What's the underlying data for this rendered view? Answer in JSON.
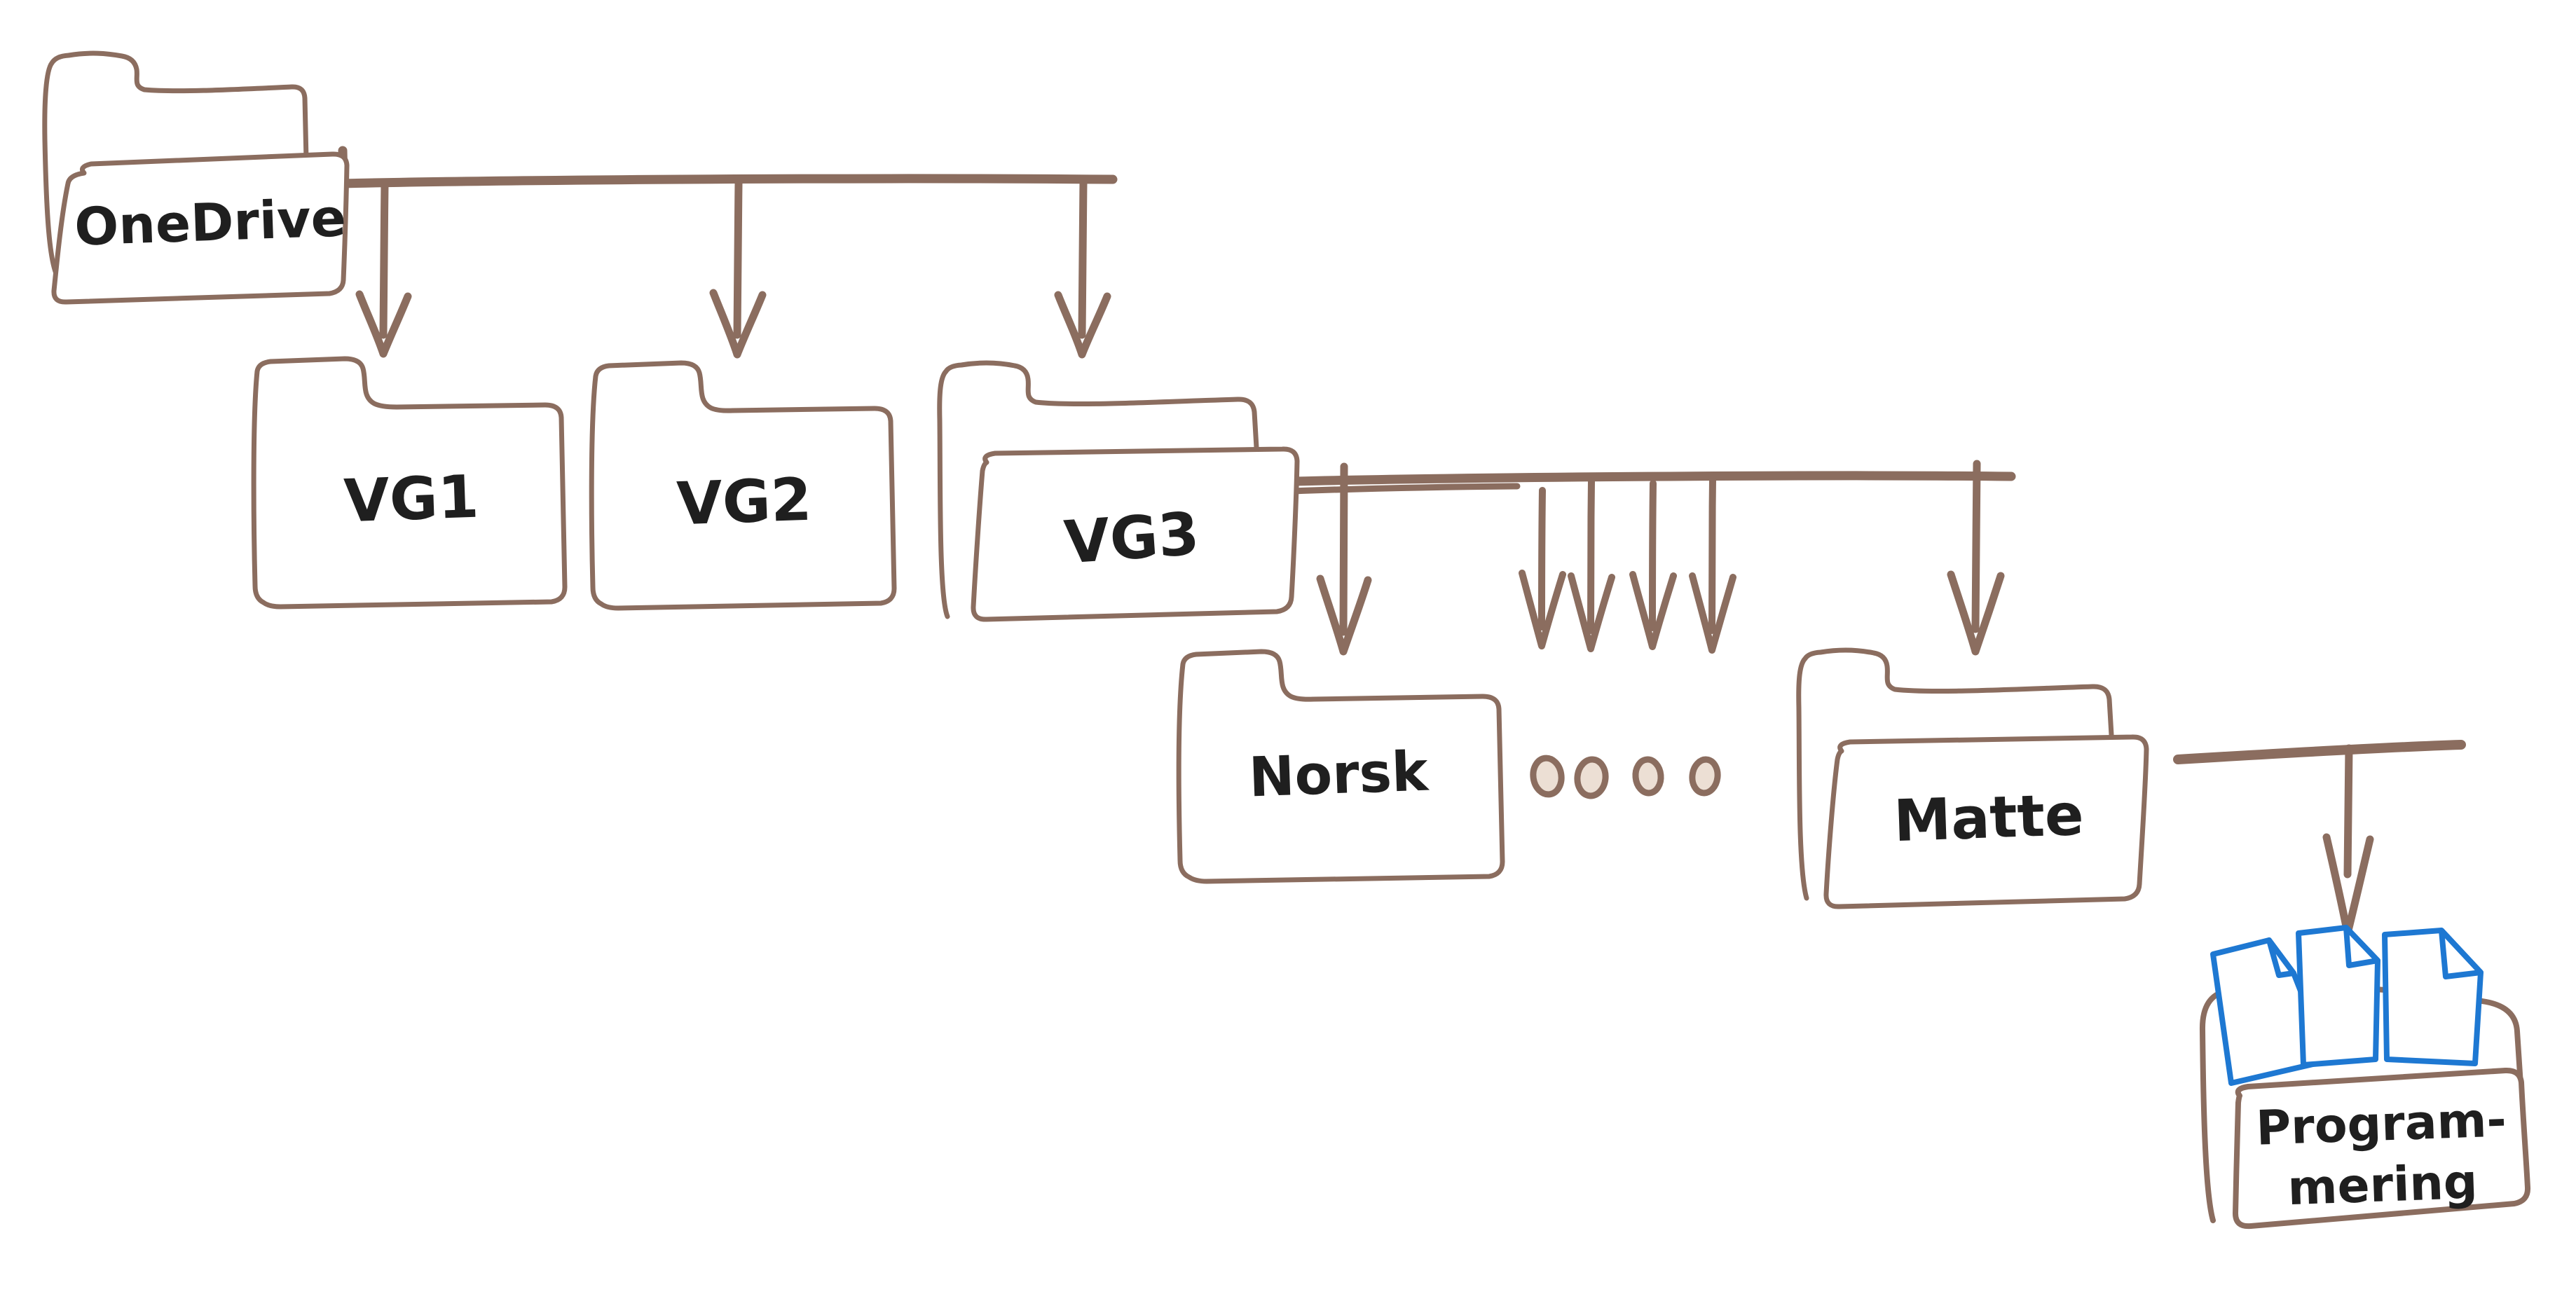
{
  "diagram": {
    "kind": "hand-drawn folder hierarchy sketch",
    "palette": {
      "background": "#ffffff",
      "stroke_brown": "#8b6d5f",
      "text_color": "#1f1f1f",
      "document_blue": "#1e78d2",
      "dot_fill": "#ecdfd4",
      "shape_fill": "#ffffff"
    },
    "nodes": {
      "onedrive": {
        "label": "OneDrive",
        "shape": "open-folder"
      },
      "vg1": {
        "label": "VG1",
        "shape": "folder"
      },
      "vg2": {
        "label": "VG2",
        "shape": "folder"
      },
      "vg3": {
        "label": "VG3",
        "shape": "open-folder"
      },
      "norsk": {
        "label": "Norsk",
        "shape": "folder"
      },
      "matte": {
        "label": "Matte",
        "shape": "open-folder"
      },
      "programmering": {
        "label_lines": [
          "Program-",
          "mering"
        ],
        "shape": "open-folder-with-documents",
        "documents_count": 3
      }
    },
    "edges": [
      {
        "from": "OneDrive",
        "to": [
          "VG1",
          "VG2",
          "VG3"
        ],
        "style": "bus-line-with-down-arrows"
      },
      {
        "from": "VG3",
        "to": [
          "Norsk",
          "(more subjects …)",
          "Matte"
        ],
        "style": "bus-line-with-down-arrows",
        "extra_arrows_to_ellipsis": 4
      },
      {
        "from": "Matte",
        "to": [
          "Programmering"
        ],
        "style": "bus-line-with-down-arrow"
      }
    ],
    "ellipsis": {
      "dot_count": 4,
      "meaning": "omitted sibling folders"
    }
  }
}
